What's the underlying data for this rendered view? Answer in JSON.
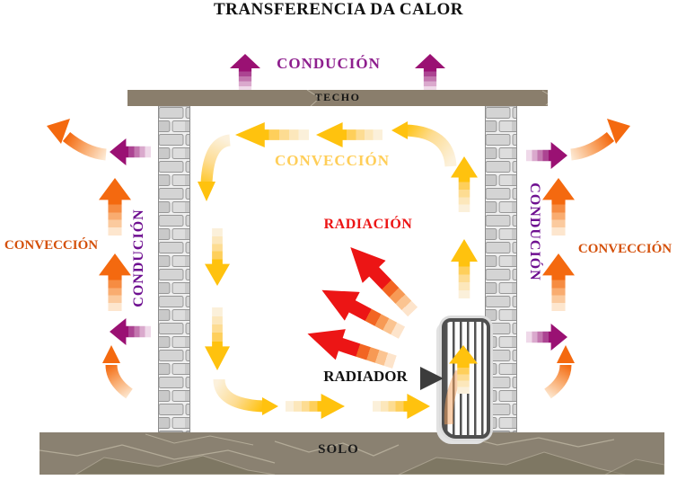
{
  "title": "TRANSFERENCIA DA CALOR",
  "labels": {
    "conduction_top": "CONDUCIÓN",
    "ceiling": "TECHO",
    "convection_inner": "CONVECCIÓN",
    "radiation": "RADIACIÓN",
    "radiator": "RADIADOR",
    "floor": "SOLO",
    "convection_left": "CONVECCIÓN",
    "convection_right": "CONVECCIÓN",
    "conduction_left_wall": "CONDUCIÓN",
    "conduction_right_wall": "CONDUCIÓN"
  },
  "colors": {
    "conduction_arrow": "#9A1173",
    "convection_outer_arrow": "#F4690F",
    "convection_inner_arrow": "#FFC20E",
    "radiation_arrow": "#EC1515",
    "conduction_text": "#8E1F8E",
    "conduction_wall_text": "#6E0F90",
    "convection_outer_text": "#D4500A",
    "convection_inner_text": "#FFCE58",
    "radiation_text": "#EC1515",
    "structure": "#8A7E6C"
  }
}
